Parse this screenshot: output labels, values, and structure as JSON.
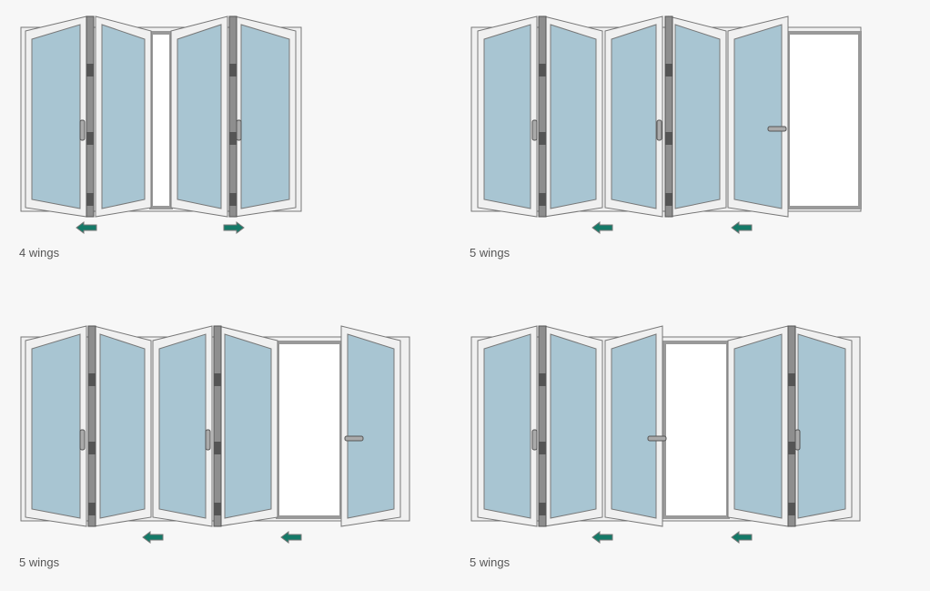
{
  "colors": {
    "glass": "#a8c5d2",
    "frame": "#f0f0f0",
    "stroke": "#777777",
    "post": "#8e8e8e",
    "arrow": "#147a68",
    "opening": "#ffffff"
  },
  "diagrams": [
    {
      "caption": "4 wings",
      "arrows": [
        "left",
        "right"
      ]
    },
    {
      "caption": "5 wings",
      "arrows": [
        "left",
        "left"
      ]
    },
    {
      "caption": "5 wings",
      "arrows": [
        "left",
        "left"
      ]
    },
    {
      "caption": "5 wings",
      "arrows": [
        "left",
        "left"
      ]
    }
  ]
}
